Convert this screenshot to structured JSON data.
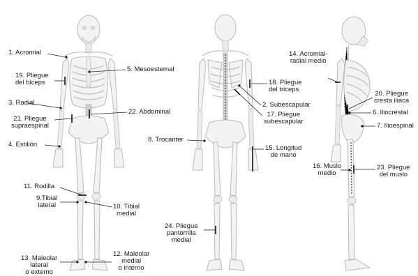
{
  "labels": {
    "acromial": "1. Acromial",
    "subescapular": "2. Subescapular",
    "radial": "3. Radial",
    "estilion": "4. Estilión",
    "mesoesternal": "5. Mesoesternal",
    "iliocrestal": "6. Iliocrestal",
    "ilioespinal": "7. Ilioespinal",
    "trocanter": "8. Trocanter",
    "tibial_lateral": "9.Tibial\nlateral",
    "tibial_medial": "10. Tibial\nmedial",
    "rodilla": "11. Rodilla",
    "maleolar_medial": "12. Maleolar\nmedial\no interno",
    "maleolar_lateral": "13. Maleolar\nlateral\no externo",
    "acromial_radial": "14. Acromial-\nradial medio",
    "longitud_mano": "15. Longitud\nde mano",
    "muslo_medio": "16. Muslo\nmedio",
    "pliegue_subescapular": "17. Pliegue\nsubescapular",
    "pliegue_triceps": "18. Pliegue\ndel triceps",
    "pliegue_biceps": "19. Pliegue\ndel biceps",
    "pliegue_cresta": "20. Pliegue\ncresta iliaca",
    "pliegue_supraespinal": "21. Pliegue\nsupraespinal",
    "abdominal": "22. Abdominal",
    "pliegue_muslo": "23. Pliegue\ndel muslo",
    "pliegue_pantorrilla": "24. Pliegue\npantorrilla\nmedial"
  }
}
